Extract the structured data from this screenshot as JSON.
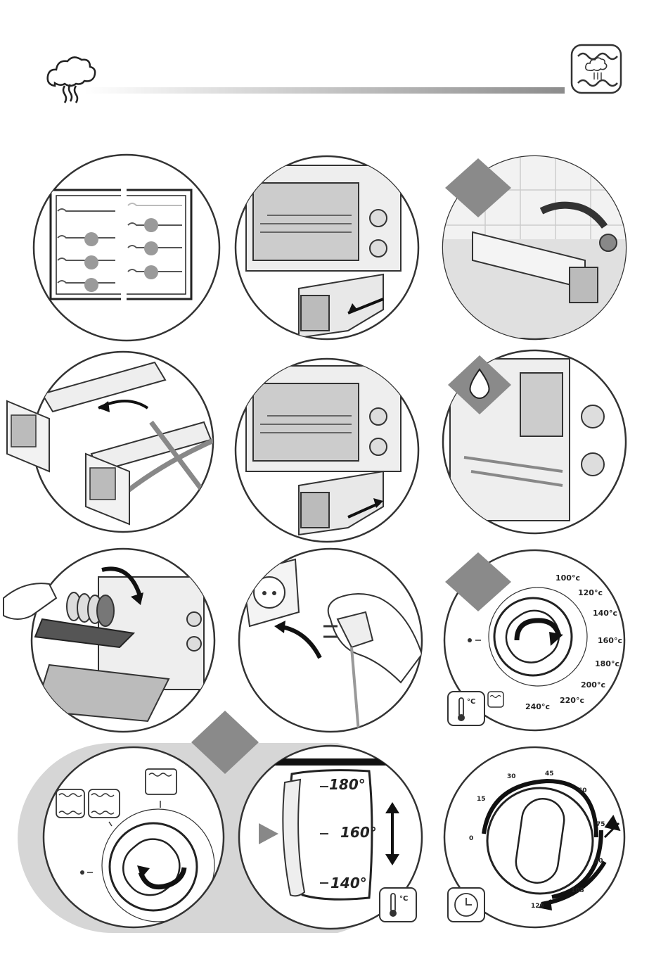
{
  "header": {
    "left_icon": "steam-cloud-icon",
    "right_icon": "steam-mode-icon"
  },
  "dial_temp": {
    "labels": [
      "100°c",
      "120°c",
      "140°c",
      "160°c",
      "180°c",
      "200°c",
      "220°c",
      "240°c"
    ],
    "unit_icon_text": "°C"
  },
  "gauge": {
    "labels": [
      "180°",
      "160°",
      "140°"
    ],
    "unit_icon_text": "°C"
  },
  "dial_timer": {
    "labels": [
      "0",
      "15",
      "30",
      "45",
      "60",
      "75",
      "90",
      "105",
      "120"
    ]
  },
  "colors": {
    "grey_panel": "#8a8a8a",
    "light_panel": "#d6d6d6",
    "line": "#1a1a1a"
  }
}
